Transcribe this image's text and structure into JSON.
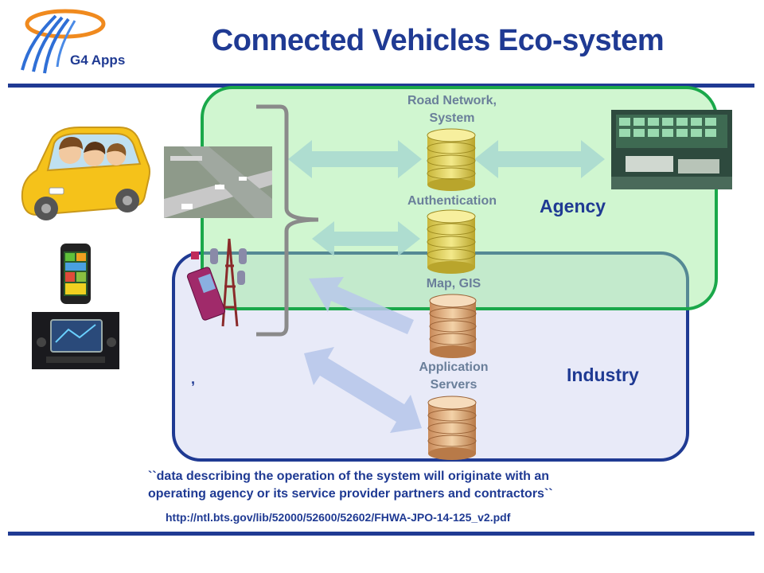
{
  "header": {
    "title": "Connected Vehicles Eco-system",
    "logo_text": "G4 Apps"
  },
  "zones": {
    "agency": "Agency",
    "industry": "Industry"
  },
  "databases": [
    {
      "label_line1": "Road Network,",
      "label_line2": "System"
    },
    {
      "label_line1": "Authentication",
      "label_line2": ""
    },
    {
      "label_line1": "Map, GIS",
      "label_line2": ""
    },
    {
      "label_line1": "Application",
      "label_line2": "Servers"
    }
  ],
  "stray_mark": ",",
  "quote": {
    "line1": "``data describing the operation of the system will originate with an",
    "line2": "operating agency or its service provider partners and contractors``"
  },
  "source_url": "http://ntl.bts.gov/lib/52000/52600/52602/FHWA-JPO-14-125_v2.pdf",
  "colors": {
    "brand": "#1f3a93",
    "agency_border": "#1aa84a",
    "db_fill": "#e8d76a"
  }
}
